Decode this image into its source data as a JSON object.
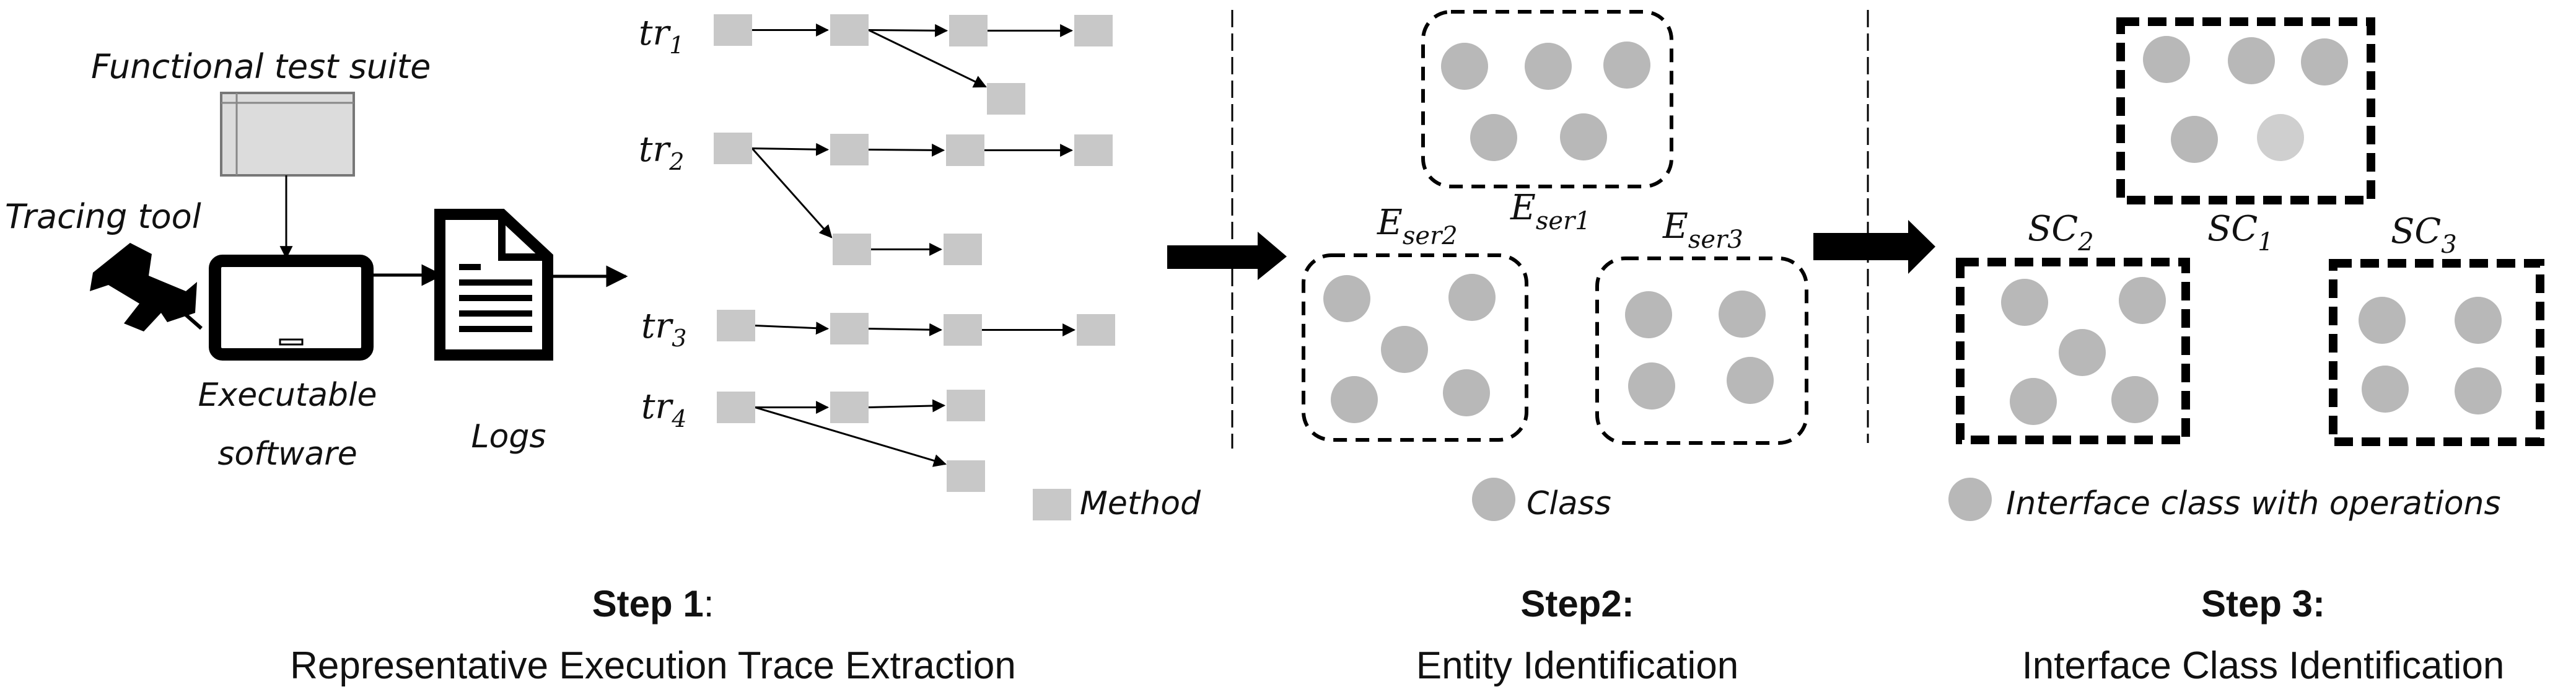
{
  "step1": {
    "test_suite_label": "Functional test suite",
    "tracing_tool_label": "Tracing tool",
    "executable_label_line1": "Executable",
    "executable_label_line2": "software",
    "logs_label": "Logs",
    "traces": [
      {
        "name": "tr",
        "sub": "1"
      },
      {
        "name": "tr",
        "sub": "2"
      },
      {
        "name": "tr",
        "sub": "3"
      },
      {
        "name": "tr",
        "sub": "4"
      }
    ],
    "legend_label": "Method",
    "title": "Step 1",
    "title_suffix": ":",
    "subtitle": "Representative Execution Trace Extraction"
  },
  "step2": {
    "entities": [
      {
        "name": "E",
        "sub": "ser1"
      },
      {
        "name": "E",
        "sub": "ser2"
      },
      {
        "name": "E",
        "sub": "ser3"
      }
    ],
    "legend_label": "Class",
    "title": "Step2:",
    "subtitle": "Entity Identification"
  },
  "step3": {
    "interface_classes": [
      {
        "name": "SC",
        "sub": "1"
      },
      {
        "name": "SC",
        "sub": "2"
      },
      {
        "name": "SC",
        "sub": "3"
      }
    ],
    "legend_label": "Interface class with operations",
    "title": "Step 3:",
    "subtitle": "Interface Class Identification"
  },
  "colors": {
    "method": "#c8c8c8",
    "class": "#b8b8b8",
    "ink": "#000000"
  }
}
